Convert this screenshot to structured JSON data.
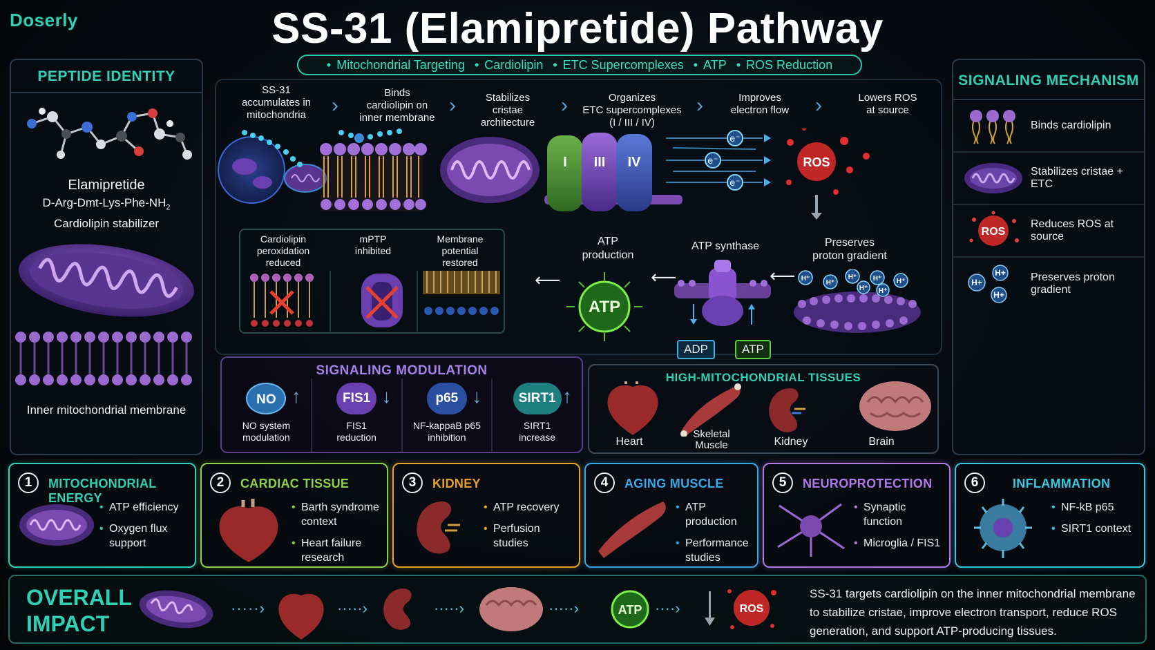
{
  "brand": "Doserly",
  "title": "SS-31 (Elamipretide) Pathway",
  "tags": [
    "Mitochondrial Targeting",
    "Cardiolipin",
    "ETC Supercomplexes",
    "ATP",
    "ROS Reduction"
  ],
  "left_panel": {
    "title": "PEPTIDE IDENTITY",
    "name": "Elamipretide",
    "sequence": "D-Arg-Dmt-Lys-Phe-NH",
    "sequence_sub": "2",
    "role": "Cardiolipin stabilizer",
    "membrane_label": "Inner mitochondrial membrane"
  },
  "right_panel": {
    "title": "SIGNALING MECHANISM",
    "items": [
      {
        "label": "Binds cardiolipin",
        "icon": "cardiolipin-icon"
      },
      {
        "label": "Stabilizes cristae + ETC",
        "icon": "mitochondrion-icon"
      },
      {
        "label": "Reduces ROS at source",
        "icon": "ros-icon",
        "icon_text": "ROS"
      },
      {
        "label": "Preserves proton gradient",
        "icon": "proton-icon",
        "icon_text": "H+"
      }
    ]
  },
  "steps": [
    [
      "SS-31",
      "accumulates in",
      "mitochondria"
    ],
    [
      "Binds",
      "cardiolipin on",
      "inner membrane"
    ],
    [
      "Stabilizes",
      "cristae",
      "architecture"
    ],
    [
      "Organizes",
      "ETC supercomplexes",
      "(I / III / IV)"
    ],
    [
      "Improves",
      "electron flow"
    ],
    [
      "Lowers ROS",
      "at source"
    ]
  ],
  "complexes": [
    "I",
    "III",
    "IV"
  ],
  "electron": "e⁻",
  "ros": "ROS",
  "flow2": {
    "preserves": [
      "Preserves",
      "proton gradient"
    ],
    "atp_synthase": "ATP synthase",
    "adp": "ADP",
    "atp_chip": "ATP",
    "atp_production": [
      "ATP",
      "production"
    ],
    "atp_glow": "ATP",
    "proton": "H⁺"
  },
  "effects": [
    [
      "Cardiolipin",
      "peroxidation",
      "reduced"
    ],
    [
      "mPTP",
      "inhibited"
    ],
    [
      "Membrane",
      "potential",
      "restored"
    ]
  ],
  "signaling_modulation": {
    "title": "SIGNALING MODULATION",
    "items": [
      {
        "badge": "NO",
        "label": [
          "NO system",
          "modulation"
        ],
        "dir": "up",
        "color": "#2a6fb0"
      },
      {
        "badge": "FIS1",
        "label": [
          "FIS1",
          "reduction"
        ],
        "dir": "down",
        "color": "#6a3fb0"
      },
      {
        "badge": "p65",
        "label": [
          "NF-kappaB p65",
          "inhibition"
        ],
        "dir": "down",
        "color": "#2a4fa0"
      },
      {
        "badge": "SIRT1",
        "label": [
          "SIRT1",
          "increase"
        ],
        "dir": "up",
        "color": "#1f7f80"
      }
    ]
  },
  "tissues": {
    "title": "HIGH-MITOCHONDRIAL TISSUES",
    "items": [
      [
        "Heart"
      ],
      [
        "Skeletal",
        "Muscle"
      ],
      [
        "Kidney"
      ],
      [
        "Brain"
      ]
    ]
  },
  "cards": [
    {
      "num": "1",
      "title": "MITOCHONDRIAL ENERGY",
      "color": "#2fd0b4",
      "bullets": [
        [
          "ATP efficiency"
        ],
        [
          "Oxygen flux",
          "support"
        ]
      ]
    },
    {
      "num": "2",
      "title": "CARDIAC TISSUE",
      "color": "#8ed04a",
      "bullets": [
        [
          "Barth syndrome",
          "context"
        ],
        [
          "Heart failure",
          "research"
        ]
      ]
    },
    {
      "num": "3",
      "title": "KIDNEY",
      "color": "#e8a22a",
      "bullets": [
        [
          "ATP recovery"
        ],
        [
          "Perfusion",
          "studies"
        ]
      ]
    },
    {
      "num": "4",
      "title": "AGING MUSCLE",
      "color": "#3aa8e8",
      "bullets": [
        [
          "ATP production"
        ],
        [
          "Performance",
          "studies"
        ]
      ]
    },
    {
      "num": "5",
      "title": "NEUROPROTECTION",
      "color": "#b07ae8",
      "bullets": [
        [
          "Synaptic",
          "function"
        ],
        [
          "Microglia / FIS1"
        ]
      ]
    },
    {
      "num": "6",
      "title": "INFLAMMATION",
      "color": "#3ac8e0",
      "bullets": [
        [
          "NF-kB p65"
        ],
        [
          "SIRT1 context"
        ]
      ]
    }
  ],
  "impact": {
    "title": [
      "OVERALL",
      "IMPACT"
    ],
    "atp": "ATP",
    "ros": "ROS",
    "description": "SS-31 targets cardiolipin on the inner mitochondrial membrane to stabilize cristae, improve electron transport, reduce ROS generation, and support ATP-producing tissues."
  }
}
